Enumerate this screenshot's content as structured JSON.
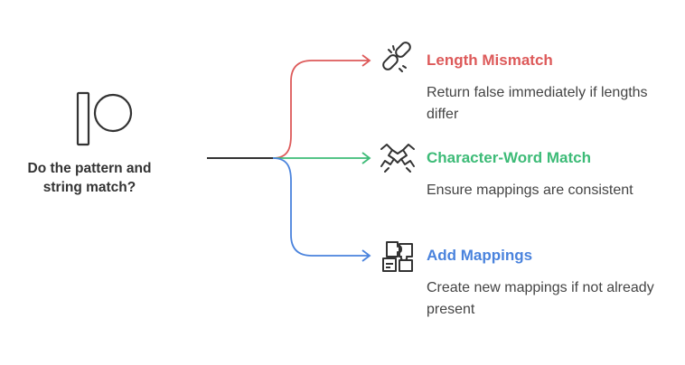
{
  "root": {
    "label": "Do the pattern and string match?",
    "icon": "patreon-logo-icon"
  },
  "branches": [
    {
      "title": "Length Mismatch",
      "description": "Return false immediately if lengths differ",
      "icon": "broken-chain-icon",
      "color": "#dd5a5a"
    },
    {
      "title": "Character-Word Match",
      "description": "Ensure mappings are consistent",
      "icon": "handshake-icon",
      "color": "#3dbb77"
    },
    {
      "title": "Add Mappings",
      "description": "Create new mappings if not already present",
      "icon": "puzzle-pieces-icon",
      "color": "#4a83dd"
    }
  ],
  "colors": {
    "trunk": "#333333",
    "text": "#444444",
    "icon_stroke": "#333333"
  }
}
